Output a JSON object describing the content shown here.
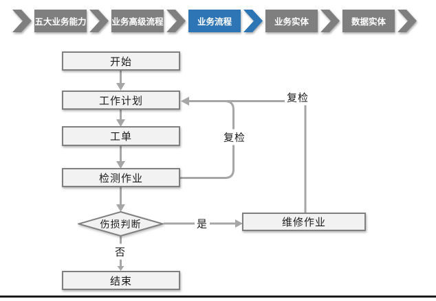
{
  "nav": {
    "items": [
      {
        "label": "五大业务能力",
        "active": false
      },
      {
        "label": "业务高级流程",
        "active": false
      },
      {
        "label": "业务流程",
        "active": true
      },
      {
        "label": "业务实体",
        "active": false
      },
      {
        "label": "数据实体",
        "active": false
      }
    ],
    "colors": {
      "active": "#2e75b6",
      "inactive": "#7f7f7f"
    }
  },
  "flowchart": {
    "nodes": {
      "start": "开始",
      "work_plan": "工作计划",
      "work_order": "工单",
      "inspection": "检测作业",
      "damage_decision": "伤损判断",
      "repair": "维修作业",
      "end": "结束"
    },
    "edge_labels": {
      "yes": "是",
      "no": "否",
      "recheck_inner": "复检",
      "recheck_outer": "复检"
    },
    "colors": {
      "connector": "#a6a6a6",
      "shape_fill": "#f2f2f2",
      "shape_border": "#7f7f7f"
    }
  }
}
